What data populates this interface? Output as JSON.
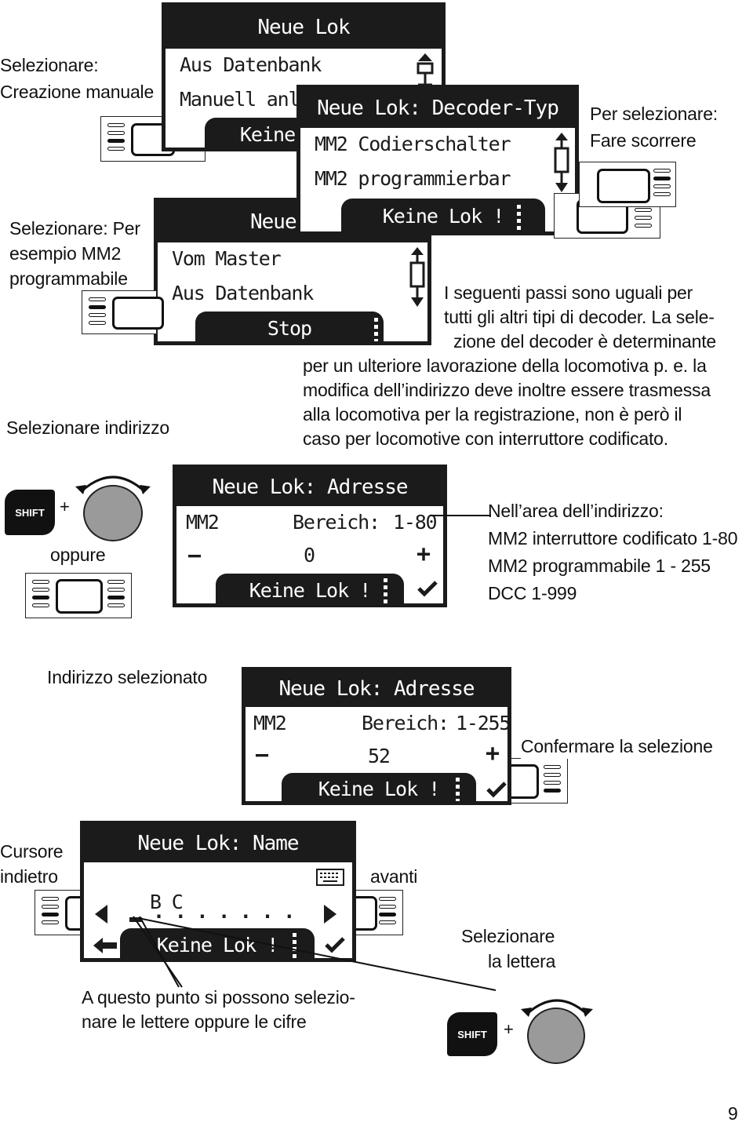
{
  "labels": {
    "select_manual": [
      "Selezionare:",
      "Creazione manuale"
    ],
    "per_select": [
      "Per selezionare:",
      "Fare scorrere"
    ],
    "select_example": [
      "Selezionare: Per",
      "esempio MM2",
      "programmabile"
    ],
    "select_address": "Selezionare indirizzo",
    "steps_text": [
      "I seguenti passi sono uguali per",
      "tutti gli altri tipi di decoder. La sele-",
      "zione del decoder è determinante",
      "per un ulteriore lavorazione della locomotiva p. e. la",
      "modifica dell’indirizzo deve inoltre essere trasmessa",
      "alla locomotiva per la registrazione, non è però il",
      "caso per locomotive con interruttore codificato."
    ],
    "oppure": "oppure",
    "plus": "+",
    "address_area": [
      "Nell’area dell’indirizzo:",
      "MM2 interruttore codificato 1-80",
      "MM2 programmabile 1 - 255",
      "DCC 1-999"
    ],
    "address_selected": "Indirizzo selezionato",
    "confirm_selection": "Confermare la selezione",
    "cursor_back": [
      "Cursore",
      "indietro"
    ],
    "forward": "avanti",
    "select_letter": [
      "Selezionare",
      "la lettera"
    ],
    "letters_note": [
      "A questo punto si possono selezio-",
      "nare le lettere oppure le cifre"
    ],
    "page_number": "9",
    "shift_key": "SHIFT"
  },
  "screens": {
    "neue_lok": {
      "title": "Neue Lok",
      "items": [
        "Aus Datenbank",
        "Manuell anle"
      ],
      "footer": "Keine"
    },
    "decoder_typ": {
      "title": "Neue Lok: Decoder-Typ",
      "items": [
        "MM2 Codierschalter",
        "MM2 programmierbar"
      ],
      "footer": "Keine Lok !"
    },
    "vom_master": {
      "title": "Neue",
      "items": [
        "Vom Master",
        "Aus Datenbank"
      ],
      "footer": "Stop"
    },
    "adresse1": {
      "title": "Neue Lok: Adresse",
      "type": "MM2",
      "range_label": "Bereich:",
      "range": "1-80",
      "minus": "−",
      "value": "0",
      "plus": "+",
      "footer": "Keine Lok !"
    },
    "adresse2": {
      "title": "Neue Lok: Adresse",
      "type": "MM2",
      "range_label": "Bereich:",
      "range": "1-255",
      "minus": "−",
      "value": "52",
      "plus": "+",
      "footer": "Keine Lok !"
    },
    "name": {
      "title": "Neue Lok: Name",
      "letters": "B C",
      "dots": ". . . . . . .",
      "footer": "Keine Lok !"
    }
  }
}
